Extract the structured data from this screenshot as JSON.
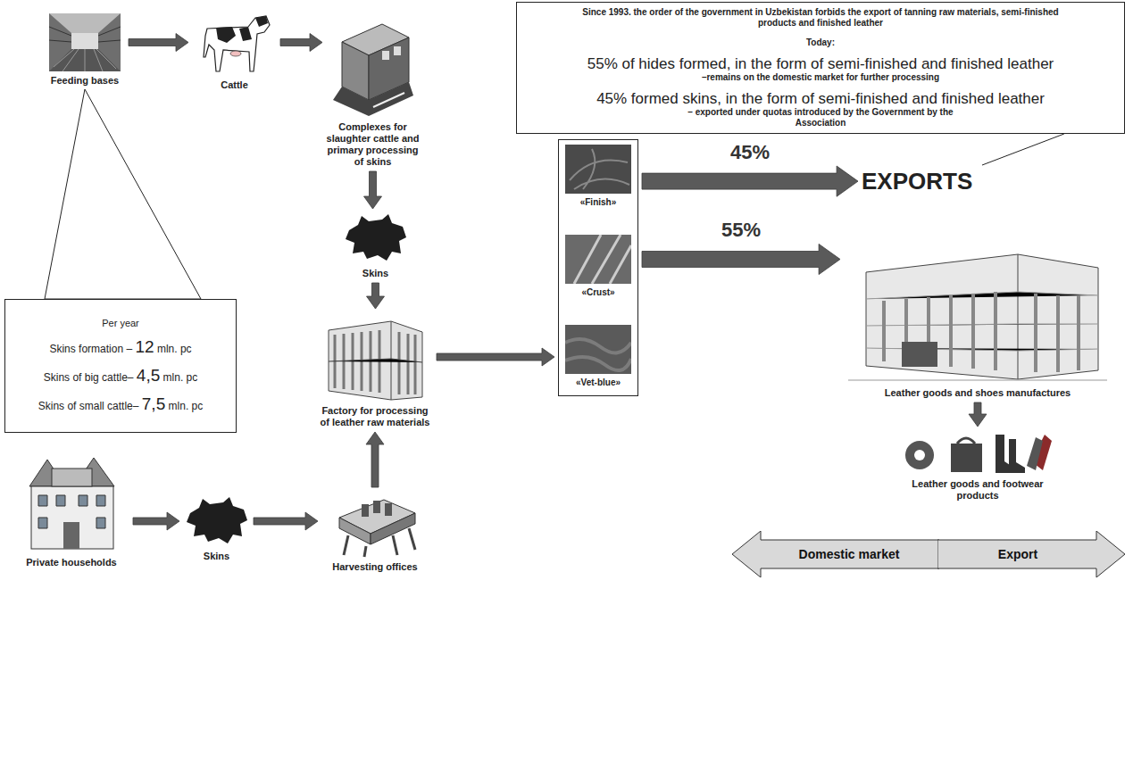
{
  "diagram": {
    "nodes": [
      {
        "text": [
          "Feeding bases"
        ]
      },
      {
        "text": [
          "Cattle"
        ]
      },
      {
        "text": [
          "Complexes for slaughter cattle and primary processing of skins"
        ]
      },
      {
        "text": [
          "Since 1993. the order of the government in Uzbekistan forbids the export of tanning raw materials, semi-finished products and finished leather",
          "Today:",
          "55% of hides formed, in the form of semi-finished and finished leather",
          "–remains on the domestic market for further processing",
          "45% formed skins, in the form of semi-finished and finished leather",
          "– exported under quotas introduced by the Government by the Association"
        ]
      },
      {
        "text": [
          "Skins"
        ]
      },
      {
        "text": [
          "Per year",
          "Skins formation – 12 mln. pc",
          "Skins of big cattle– 4,5 mln. pc",
          "Skins of small cattle– 7,5 mln. pc"
        ]
      },
      {
        "text": [
          "Factory for processing of leather raw materials"
        ]
      },
      {
        "text": []
      },
      {
        "text": [
          "«Finish»"
        ],
        "in": 7
      },
      {
        "text": [
          "«Crust»"
        ],
        "in": 7
      },
      {
        "text": [
          "«Vet-blue»"
        ],
        "in": 7
      },
      {
        "text": [
          "EXPORTS"
        ]
      },
      {
        "text": [
          "Leather goods and shoes manufactures"
        ]
      },
      {
        "text": [
          "Leather goods and footwear products"
        ]
      },
      {
        "text": [
          "Domestic market"
        ]
      },
      {
        "text": [
          "Export"
        ]
      },
      {
        "text": [
          "Private households"
        ]
      },
      {
        "text": [
          "Skins"
        ]
      },
      {
        "text": [
          "Harvesting offices"
        ]
      }
    ],
    "edges": [
      {
        "from": 0,
        "to": 1,
        "arrow": "to"
      },
      {
        "from": 1,
        "to": 2,
        "arrow": "to"
      },
      {
        "from": 2,
        "to": 4,
        "arrow": "to"
      },
      {
        "from": 4,
        "to": 6,
        "arrow": "to"
      },
      {
        "from": 5,
        "to": 0,
        "arrow": "none"
      },
      {
        "from": 16,
        "to": 17,
        "arrow": "to"
      },
      {
        "from": 17,
        "to": 18,
        "arrow": "to"
      },
      {
        "from": 18,
        "to": 6,
        "arrow": "to"
      },
      {
        "from": 6,
        "to": 7,
        "arrow": "to"
      },
      {
        "from": 7,
        "to": 11,
        "arrow": "to",
        "label": "45%"
      },
      {
        "from": 7,
        "to": 12,
        "arrow": "to",
        "label": "55%"
      },
      {
        "from": 3,
        "to": 11,
        "arrow": "none"
      },
      {
        "from": 12,
        "to": 13,
        "arrow": "to"
      }
    ]
  }
}
